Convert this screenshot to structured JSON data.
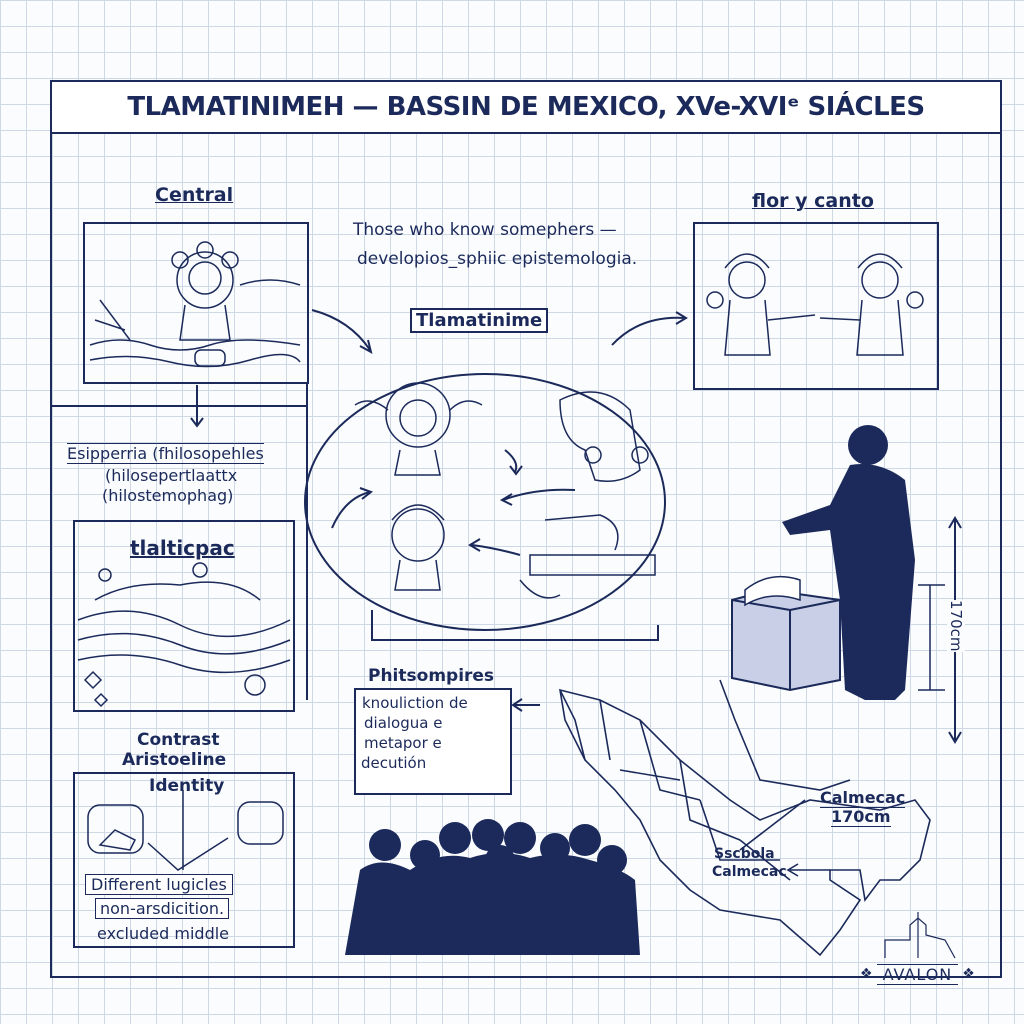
{
  "title": "TLAMATINIMEH — BASSIN DE MEXICO, XVe-XVIᵉ SIÁCLES",
  "central": {
    "label": "Central"
  },
  "flor": {
    "label": "flor y canto"
  },
  "intro": {
    "line1": "Those who know somephers —",
    "line2": "developios_sphiic epistemologia."
  },
  "center": {
    "label": "Tlamatinime"
  },
  "esp": {
    "line1": "Esipperria (fhilosopehles",
    "line2": "(hilosepertlaattx",
    "line3": "(hilostemophag)"
  },
  "tlalticpac": {
    "label": "tlalticpac"
  },
  "phil": {
    "label": "Phitsompires",
    "lines": [
      "knouliction de",
      "dialogua e",
      "metapor e",
      "decutión"
    ]
  },
  "contrast": {
    "line1": "Contrast",
    "line2": "Aristoeline",
    "line3": "Identity",
    "box1": "Different lugicles",
    "box2": "non-arsdicition.",
    "box3": "excluded middle"
  },
  "measure": {
    "height": "170cm"
  },
  "map": {
    "label1": "Calmecac",
    "label2": "170cm",
    "school1": "Sscbola",
    "school2": "Calmecac"
  },
  "logo": {
    "text": "AVALON"
  },
  "colors": {
    "ink": "#1b2a5a",
    "grid": "#cfd9e6"
  }
}
